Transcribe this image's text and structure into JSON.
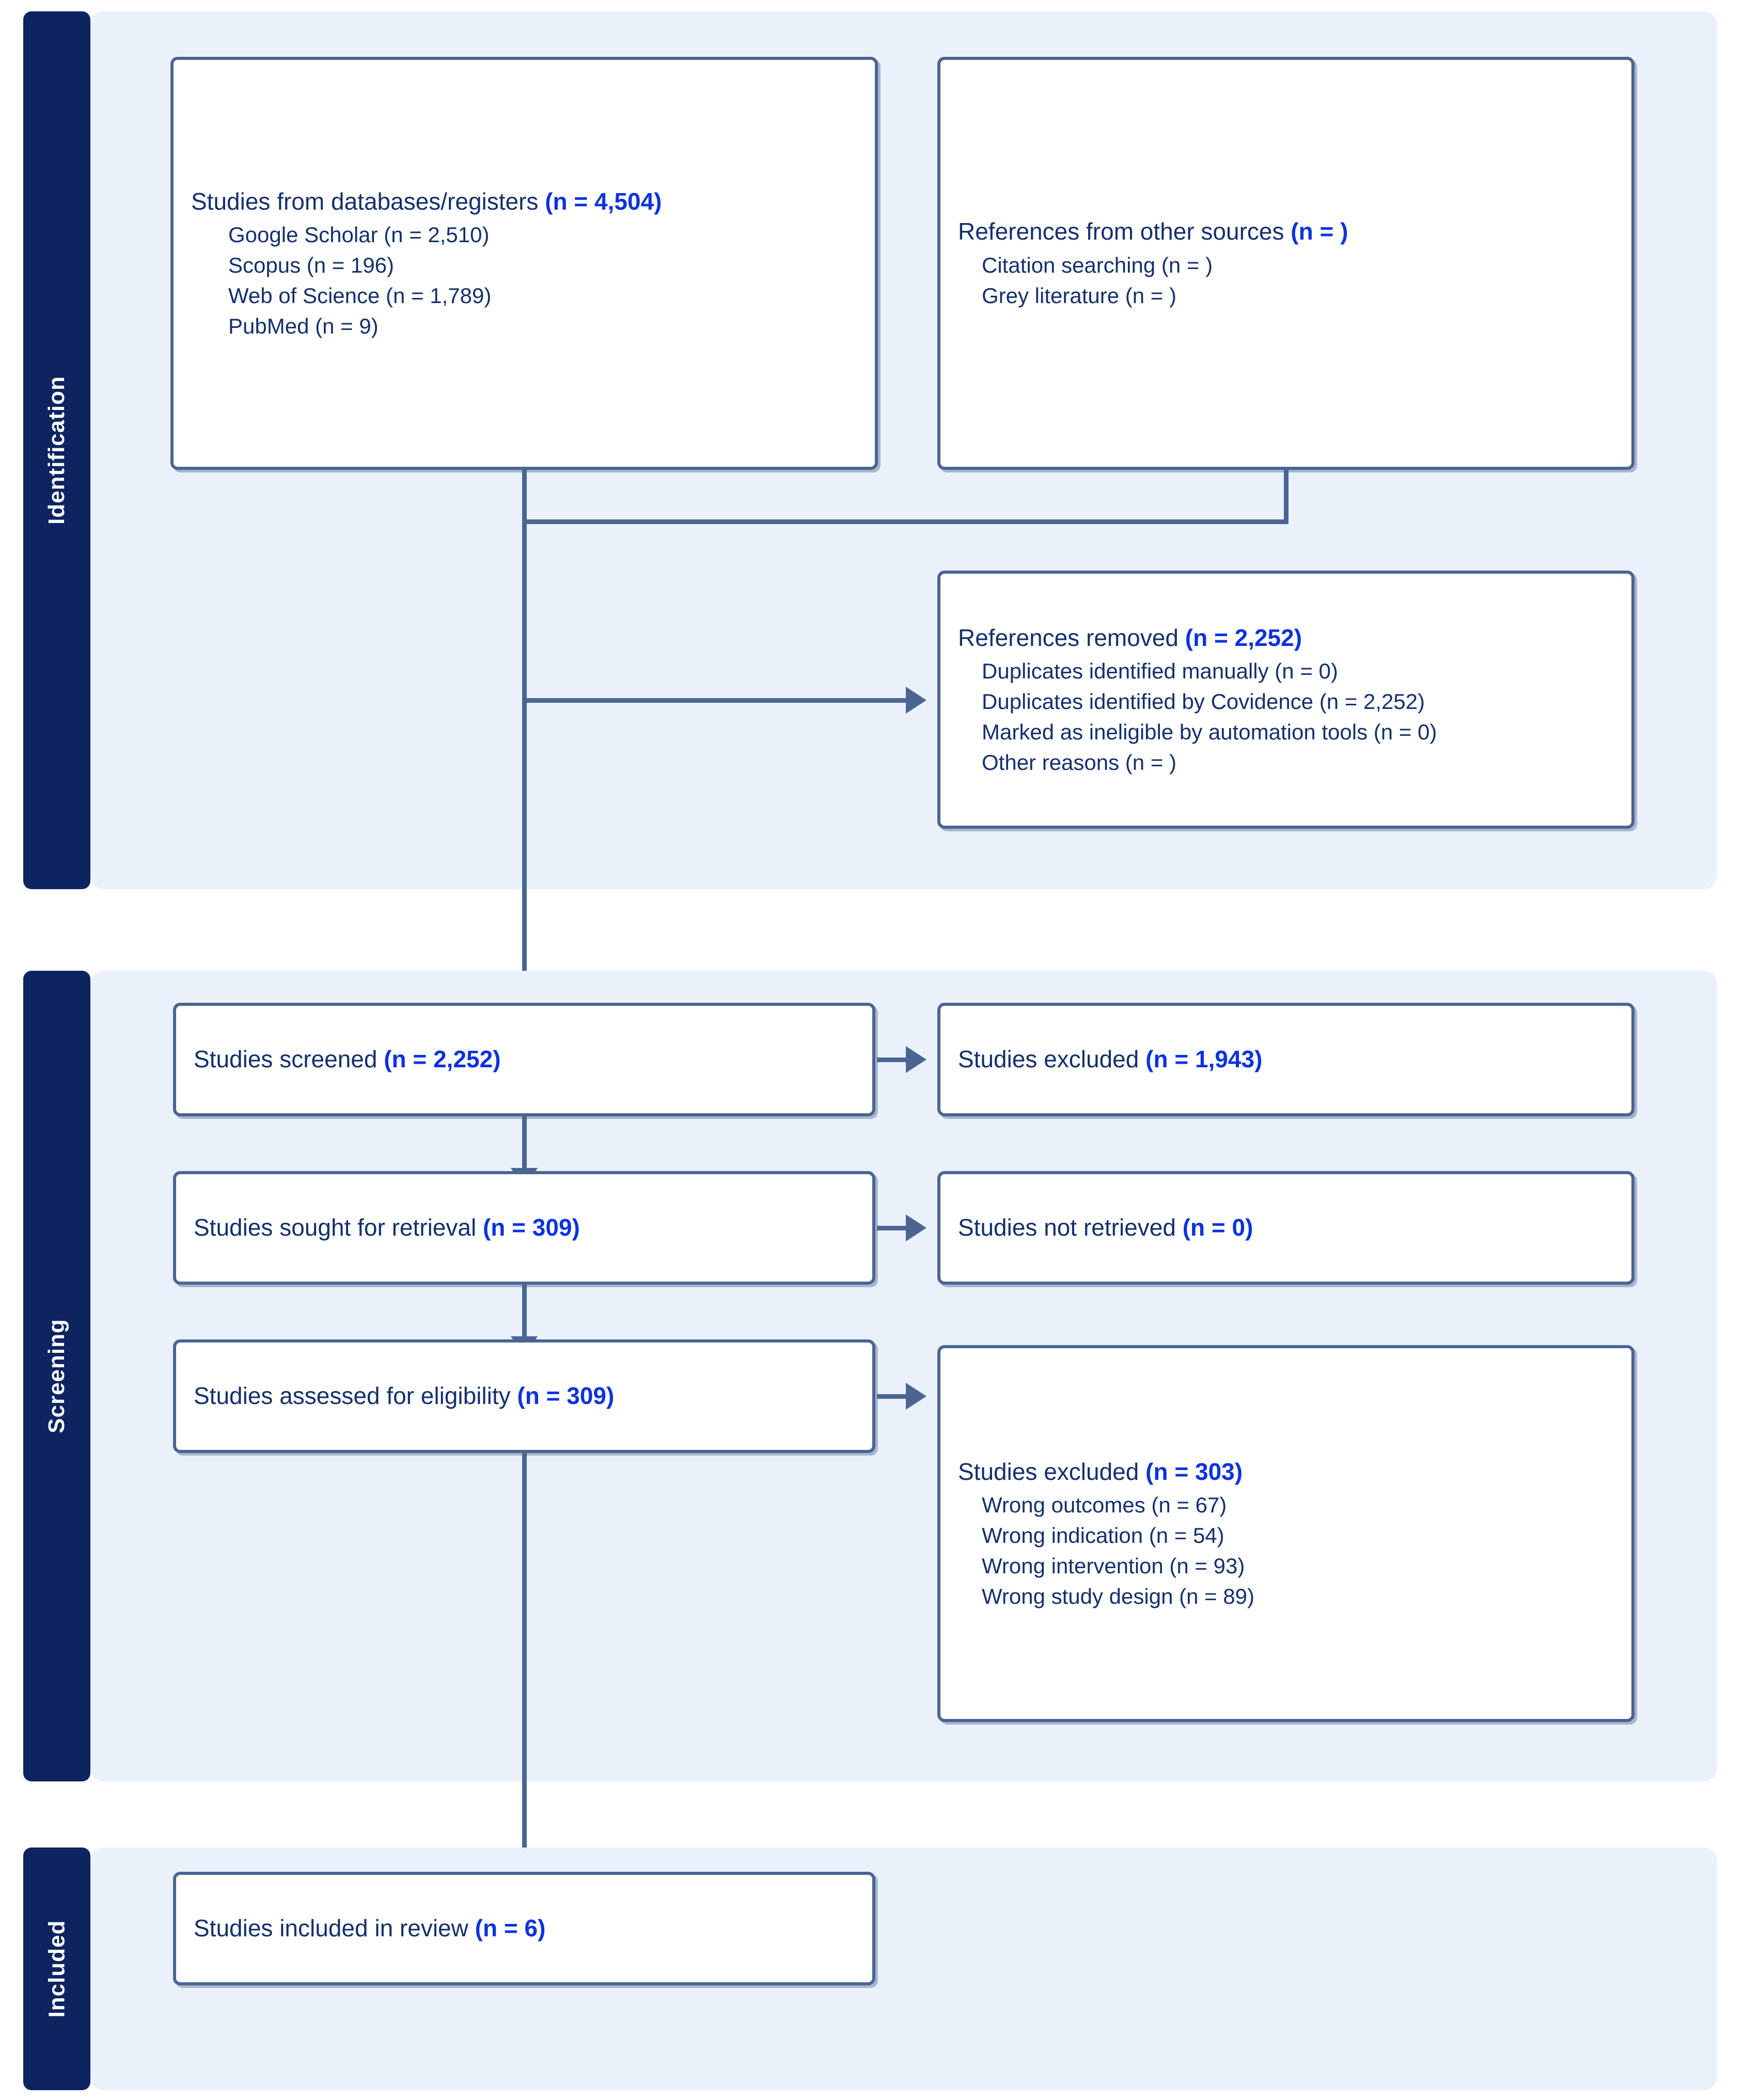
{
  "diagram": {
    "type": "prisma-flow-diagram",
    "accent_box_border": "#4a6591",
    "accent_count_color": "#0b32e0",
    "stage_bar_color": "#0d2461",
    "panel_background": "#eaf1fb"
  },
  "stages": [
    {
      "id": "identification",
      "label": "Identification"
    },
    {
      "id": "screening",
      "label": "Screening"
    },
    {
      "id": "included",
      "label": "Included"
    }
  ],
  "boxes": {
    "databases": {
      "title_text": "Studies from databases/registers ",
      "title_count": "(n = 4,504)",
      "items": [
        "Google Scholar (n = 2,510)",
        "Scopus (n = 196)",
        "Web of Science (n = 1,789)",
        "PubMed (n = 9)"
      ]
    },
    "other_sources": {
      "title_text": "References from other sources ",
      "title_count": "(n = )",
      "items": [
        "Citation searching (n = )",
        "Grey literature (n = )"
      ]
    },
    "references_removed": {
      "title_text": "References removed ",
      "title_count": "(n = 2,252)",
      "items": [
        "Duplicates identified manually (n = 0)",
        "Duplicates identified by Covidence (n = 2,252)",
        "Marked as ineligible by automation tools (n = 0)",
        "Other reasons (n = )"
      ]
    },
    "studies_screened": {
      "title_text": "Studies screened ",
      "title_count": "(n = 2,252)"
    },
    "studies_excluded_screen": {
      "title_text": "Studies excluded ",
      "title_count": "(n = 1,943)"
    },
    "studies_sought": {
      "title_text": "Studies sought for retrieval ",
      "title_count": "(n = 309)"
    },
    "studies_not_retrieved": {
      "title_text": "Studies not retrieved ",
      "title_count": "(n = 0)"
    },
    "studies_assessed": {
      "title_text": "Studies assessed for eligibility ",
      "title_count": "(n = 309)"
    },
    "studies_excluded_eligibility": {
      "title_text": "Studies excluded ",
      "title_count": "(n = 303)",
      "items": [
        "Wrong outcomes (n = 67)",
        "Wrong indication (n = 54)",
        "Wrong intervention (n = 93)",
        "Wrong study design (n = 89)"
      ]
    },
    "studies_included": {
      "title_text": "Studies included in review ",
      "title_count": "(n = 6)"
    }
  }
}
